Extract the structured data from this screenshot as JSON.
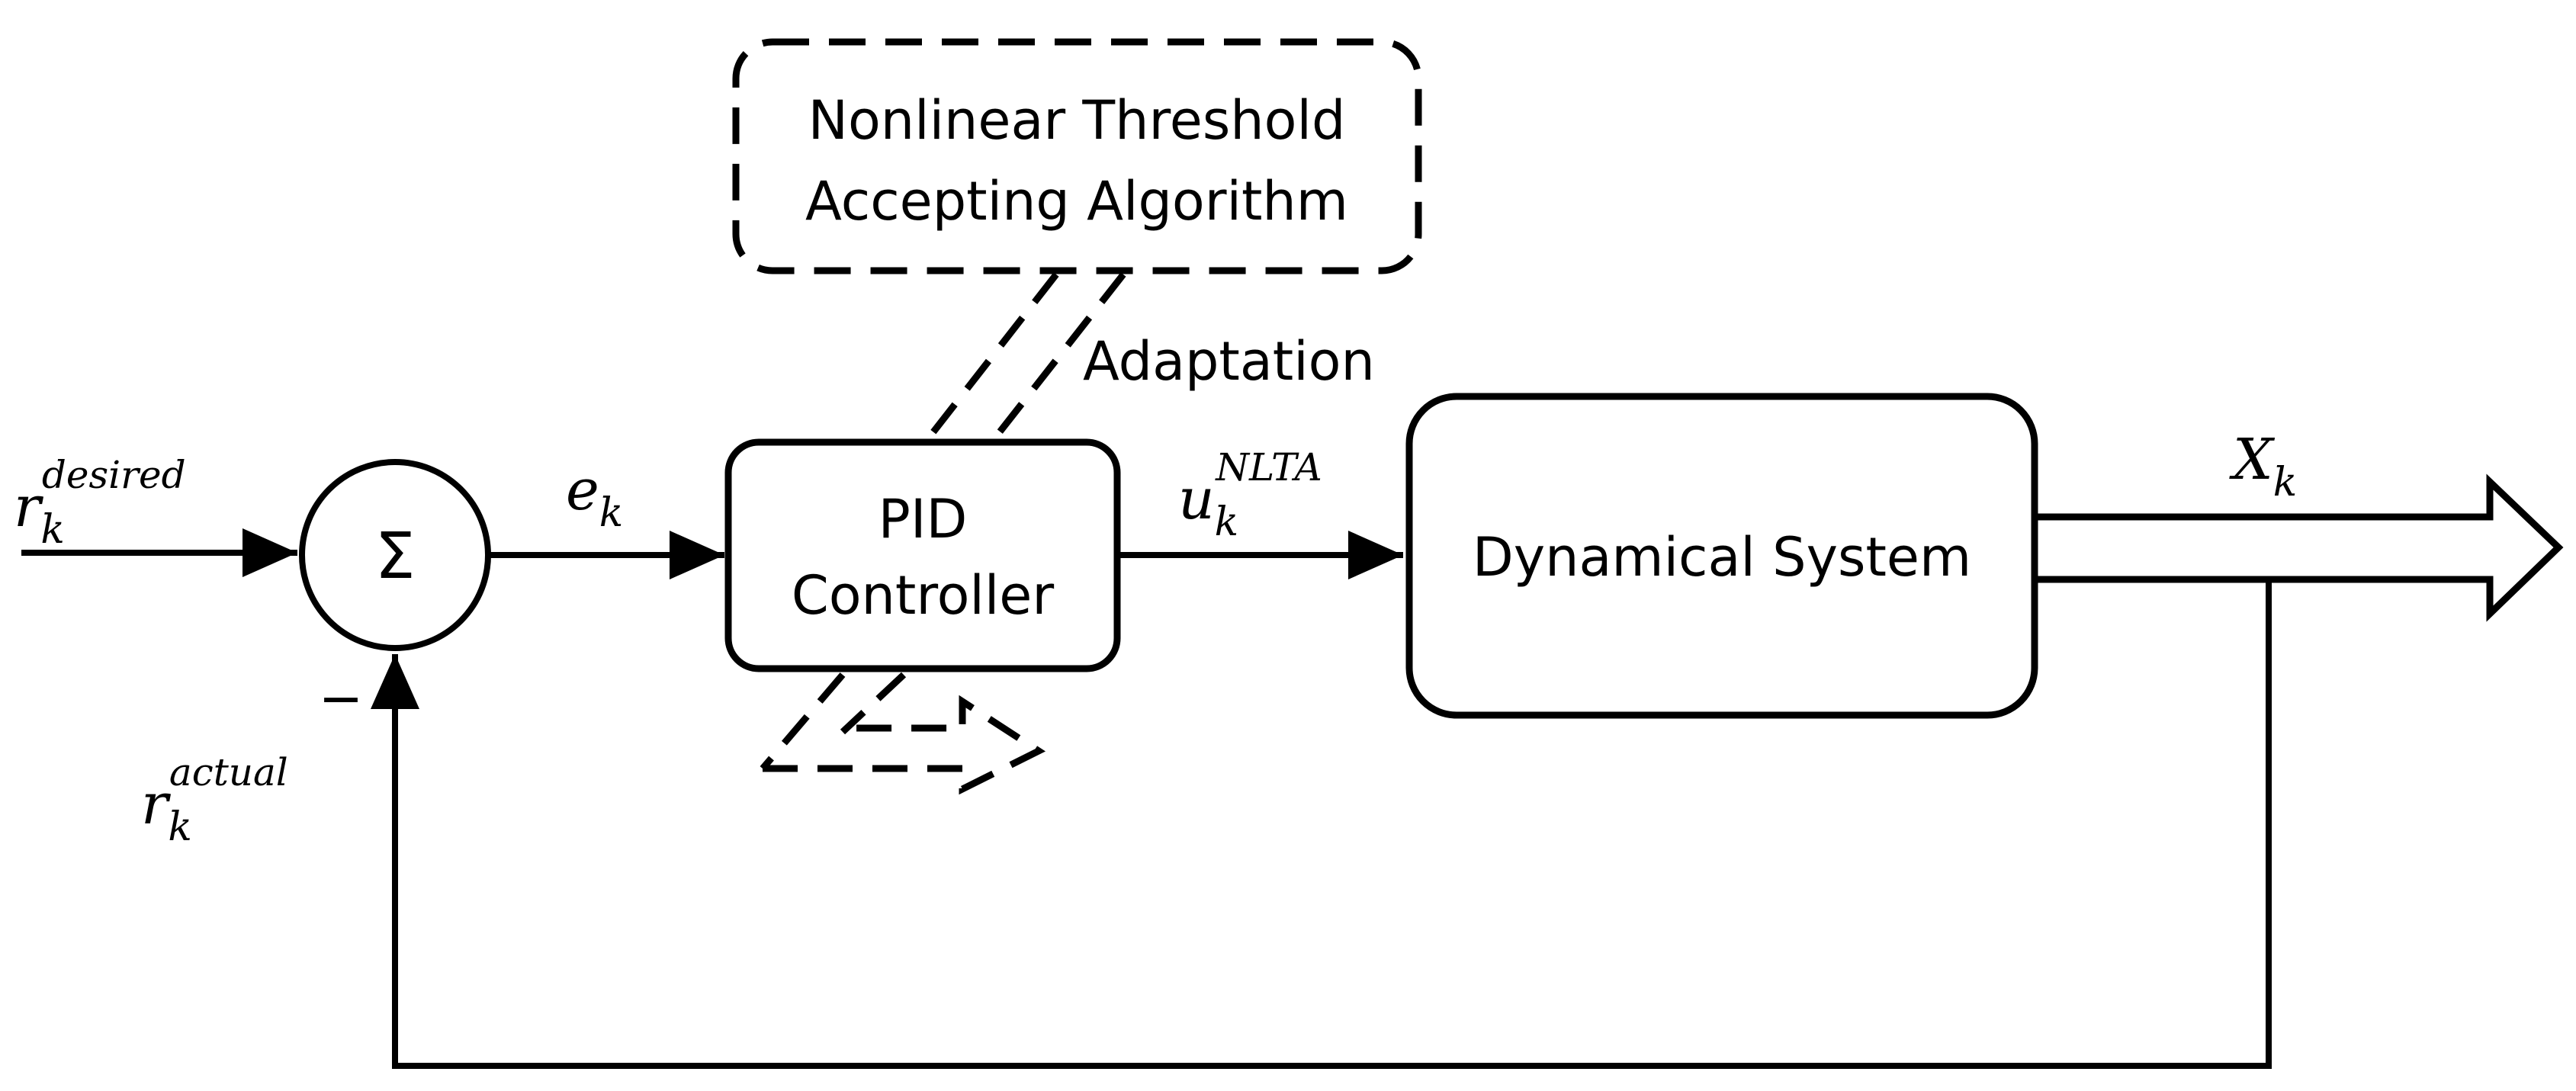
{
  "blocks": {
    "optimizer": {
      "line1": "Nonlinear Threshold",
      "line2": "Accepting Algorithm",
      "style": "dashed"
    },
    "controller": {
      "line1": "PID",
      "line2": "Controller"
    },
    "plant": {
      "label": "Dynamical System"
    },
    "summing_junction": {
      "symbol": "Σ",
      "minus_sign": "−"
    }
  },
  "signals": {
    "reference": {
      "base": "r",
      "sub": "k",
      "sup": "desired"
    },
    "error": {
      "base": "e",
      "sub": "k"
    },
    "control": {
      "base": "u",
      "sub": "k",
      "sup": "NLTA"
    },
    "output": {
      "base": "X",
      "sub": "k"
    },
    "feedback": {
      "base": "r",
      "sub": "k",
      "sup": "actual"
    }
  },
  "annotations": {
    "adaptation": "Adaptation"
  },
  "colors": {
    "stroke": "#000000",
    "background": "#ffffff"
  }
}
